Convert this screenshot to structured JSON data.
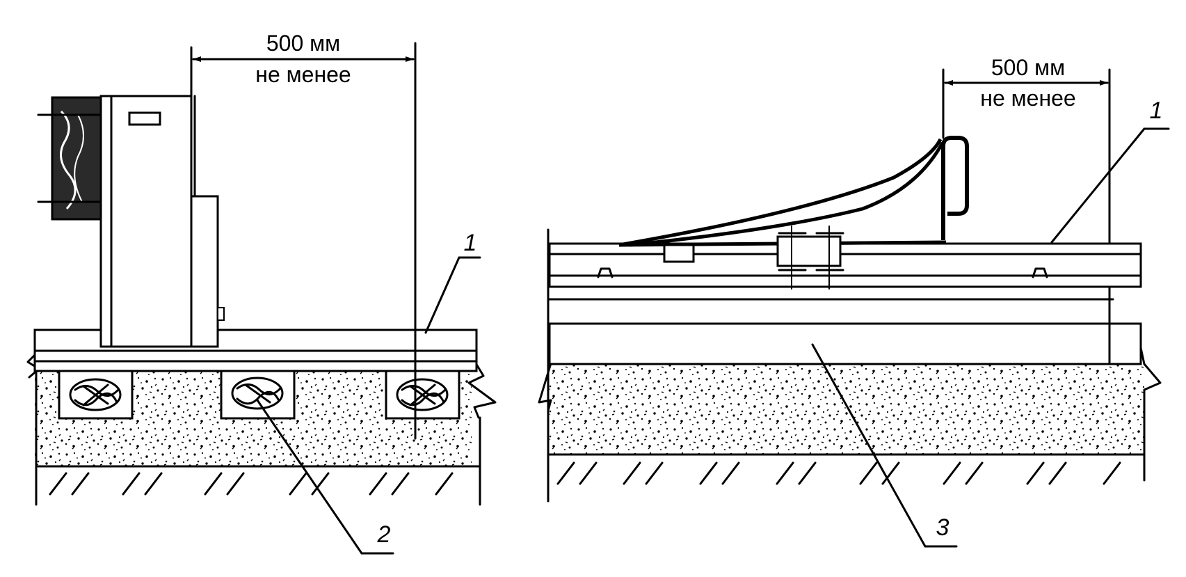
{
  "left_view": {
    "dimension_value": "500 мм",
    "dimension_note": "не менее",
    "callouts": [
      "1",
      "2"
    ]
  },
  "right_view": {
    "dimension_value": "500 мм",
    "dimension_note": "не менее",
    "callouts": [
      "1",
      "3"
    ]
  }
}
